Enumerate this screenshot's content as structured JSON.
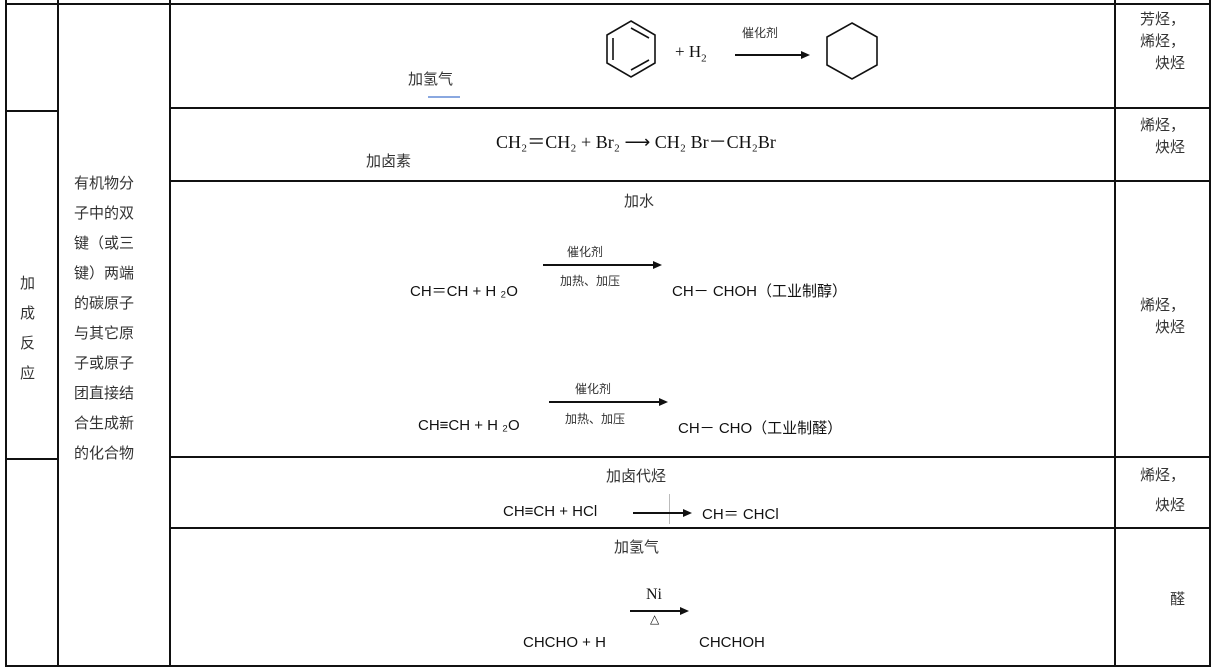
{
  "category": [
    "加",
    "成",
    "反",
    "应"
  ],
  "definition": [
    "有机物分",
    "子中的双",
    "键（或三",
    "键）两端",
    "的碳原子",
    "与其它原",
    "子或原子",
    "团直接结",
    "合生成新",
    "的化合物"
  ],
  "rows": [
    {
      "label": "加氢气",
      "plus": "+ H",
      "h2sub": "2",
      "catalyst": "催化剂",
      "applies": [
        "芳烃，",
        "烯烃，",
        "炔烃"
      ]
    },
    {
      "label": "加卤素",
      "equation": "CH₂＝CH₂ + Br₂ ⟶ CH₂ Br－CH₂Br",
      "applies": [
        "烯烃，",
        "炔烃"
      ]
    },
    {
      "label": "加水",
      "eq1_left": "CH＝CH + H ₂O",
      "eq1_above": "催化剂",
      "eq1_below": "加热、加压",
      "eq1_right": "CH－ CHOH（工业制醇）",
      "eq2_left": "CH≡CH + H ₂O",
      "eq2_above": "催化剂",
      "eq2_below": "加热、加压",
      "eq2_right": "CH－ CHO（工业制醛）",
      "applies": [
        "烯烃，",
        "炔烃"
      ]
    },
    {
      "label": "加卤代烃",
      "eq_left": "CH≡CH + HCl",
      "eq_right": "CH＝ CHCl",
      "applies": [
        "烯烃，",
        "炔烃"
      ]
    },
    {
      "label": "加氢气",
      "eq_left": "CHCHO + H",
      "eq_above": "Ni",
      "eq_below": "△",
      "eq_right": "CHCHOH",
      "applies": [
        "醛"
      ]
    }
  ]
}
